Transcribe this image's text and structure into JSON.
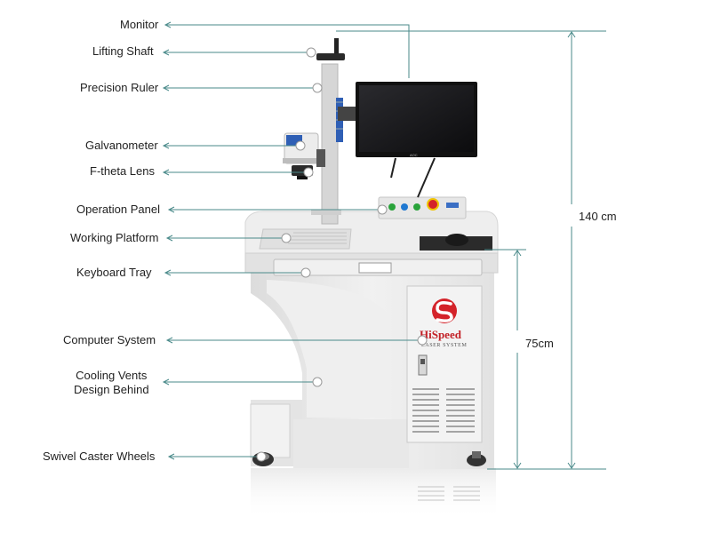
{
  "callouts": [
    {
      "key": "monitor",
      "label": "Monitor"
    },
    {
      "key": "lifting-shaft",
      "label": "Lifting Shaft"
    },
    {
      "key": "precision-ruler",
      "label": "Precision Ruler"
    },
    {
      "key": "galvanometer",
      "label": "Galvanometer"
    },
    {
      "key": "f-theta-lens",
      "label": "F-theta Lens"
    },
    {
      "key": "operation-panel",
      "label": "Operation Panel"
    },
    {
      "key": "working-platform",
      "label": "Working Platform"
    },
    {
      "key": "keyboard-tray",
      "label": "Keyboard Tray"
    },
    {
      "key": "computer-system",
      "label": "Computer System"
    },
    {
      "key": "cooling-vents",
      "label": "Cooling Vents\nDesign Behind"
    },
    {
      "key": "swivel-caster-wheels",
      "label": "Swivel Caster Wheels"
    }
  ],
  "dimensions": {
    "total_height": "140 cm",
    "table_height": "75cm"
  },
  "logo": {
    "brand": "HiSpeed",
    "tagline": "LASER SYSTEM"
  },
  "monitor_brand": "AOC",
  "colors": {
    "leader_line": "#4a8a8a",
    "machine_body": "#e9e9e9",
    "logo_red": "#d4232a"
  }
}
